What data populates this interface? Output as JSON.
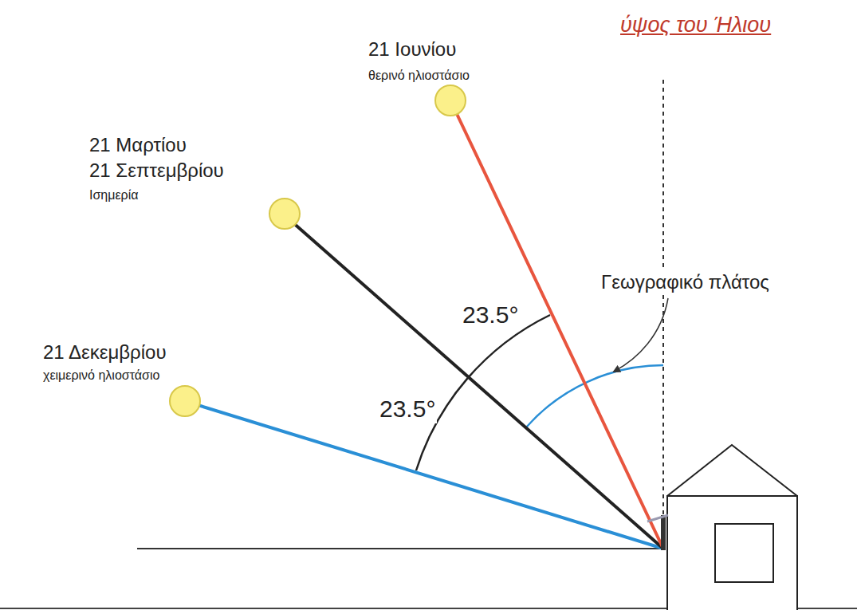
{
  "diagram": {
    "title": "ύψος του Ήλιου",
    "labels": [
      "21 Ιουνίου",
      "θερινό ηλιοστάσιο",
      "21 Μαρτίου",
      "21 Σεπτεμβρίου",
      "Ισημερία",
      "21 Δεκεμβρίου",
      "χειμερινό ηλιοστάσιο",
      "23.5°",
      "23.5°",
      "Γεωγραφικό πλάτος"
    ]
  }
}
